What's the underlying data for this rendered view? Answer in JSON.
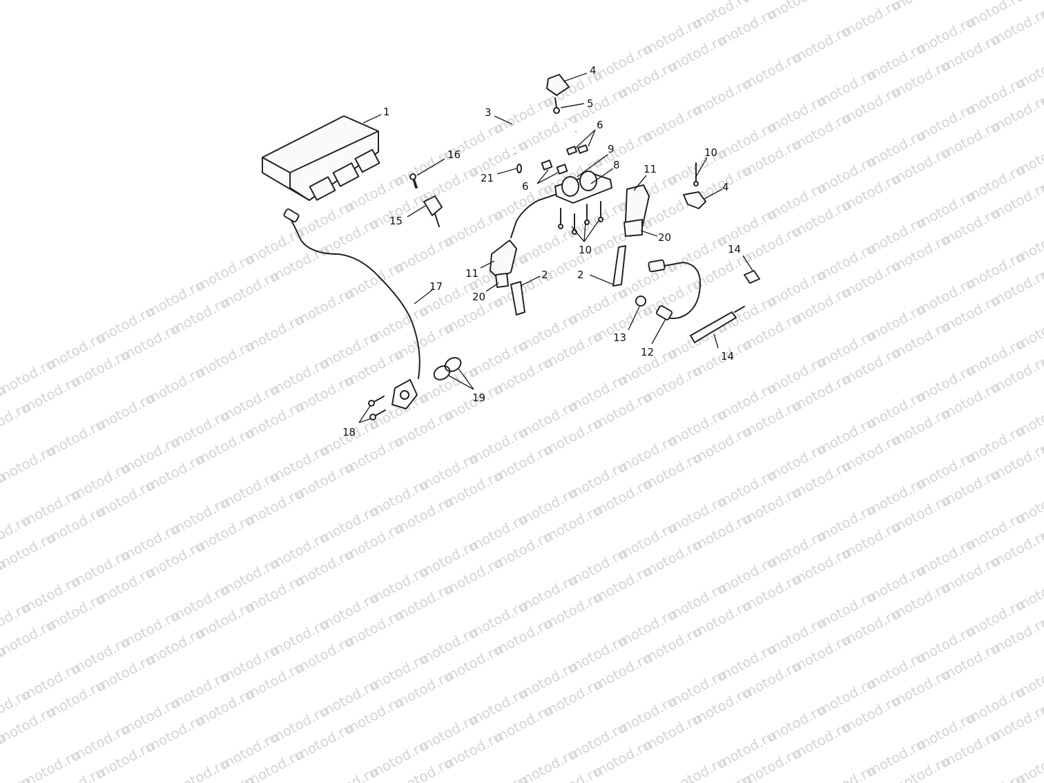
{
  "watermark": {
    "text": "motod.ru"
  },
  "callouts": [
    {
      "id": "c1",
      "label": "1"
    },
    {
      "id": "c2a",
      "label": "2"
    },
    {
      "id": "c2b",
      "label": "2"
    },
    {
      "id": "c3",
      "label": "3"
    },
    {
      "id": "c4a",
      "label": "4"
    },
    {
      "id": "c4b",
      "label": "4"
    },
    {
      "id": "c5",
      "label": "5"
    },
    {
      "id": "c6a",
      "label": "6"
    },
    {
      "id": "c6b",
      "label": "6"
    },
    {
      "id": "c8",
      "label": "8"
    },
    {
      "id": "c9",
      "label": "9"
    },
    {
      "id": "c10a",
      "label": "10"
    },
    {
      "id": "c10b",
      "label": "10"
    },
    {
      "id": "c11a",
      "label": "11"
    },
    {
      "id": "c11b",
      "label": "11"
    },
    {
      "id": "c12",
      "label": "12"
    },
    {
      "id": "c13",
      "label": "13"
    },
    {
      "id": "c14a",
      "label": "14"
    },
    {
      "id": "c14b",
      "label": "14"
    },
    {
      "id": "c15",
      "label": "15"
    },
    {
      "id": "c16",
      "label": "16"
    },
    {
      "id": "c17",
      "label": "17"
    },
    {
      "id": "c18",
      "label": "18"
    },
    {
      "id": "c19",
      "label": "19"
    },
    {
      "id": "c20a",
      "label": "20"
    },
    {
      "id": "c20b",
      "label": "20"
    },
    {
      "id": "c21",
      "label": "21"
    }
  ]
}
